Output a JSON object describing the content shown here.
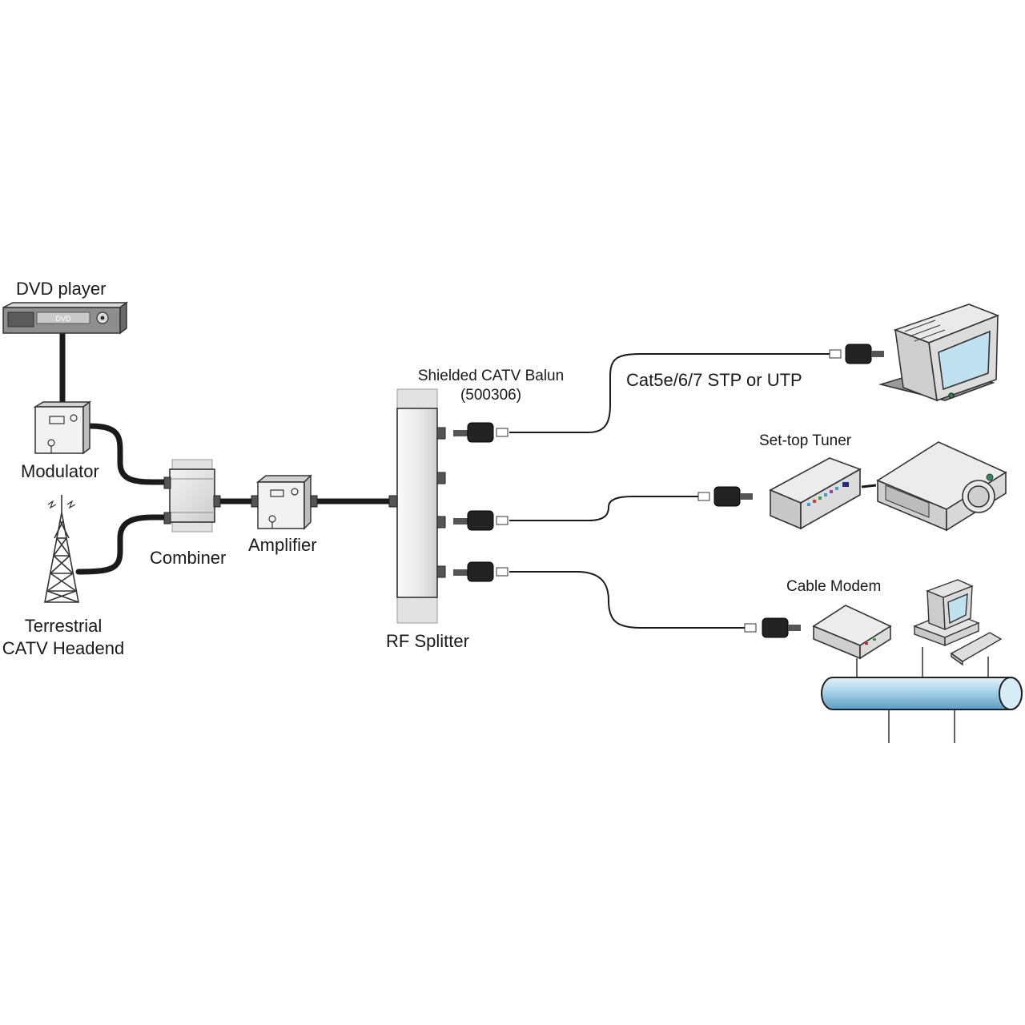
{
  "labels": {
    "dvd_player": "DVD player",
    "dvd_face_text": "DVD",
    "modulator": "Modulator",
    "terrestrial_line1": "Terrestrial",
    "terrestrial_line2": "CATV Headend",
    "combiner": "Combiner",
    "amplifier": "Amplifier",
    "balun_line1": "Shielded CATV Balun",
    "balun_line2": "(500306)",
    "rf_splitter": "RF Splitter",
    "cable_type": "Cat5e/6/7 STP or UTP",
    "set_top_tuner": "Set-top Tuner",
    "cable_modem": "Cable Modem"
  },
  "icons": {
    "dvd": "dvd-player-icon",
    "modulator": "modulator-icon",
    "antenna": "antenna-tower-icon",
    "combiner": "combiner-icon",
    "amplifier": "amplifier-icon",
    "splitter": "rf-splitter-icon",
    "balun": "balun-icon",
    "tv": "crt-monitor-icon",
    "settop": "set-top-box-icon",
    "projector": "projector-icon",
    "modem": "cable-modem-icon",
    "pc": "desktop-computer-icon",
    "network": "network-bus-icon"
  },
  "colors": {
    "coax": "#1a1a1a",
    "device_fill": "#e6e6e6",
    "device_stroke": "#333333",
    "bus_fill": "#a8d1e8",
    "screen": "#bfe1f0"
  }
}
